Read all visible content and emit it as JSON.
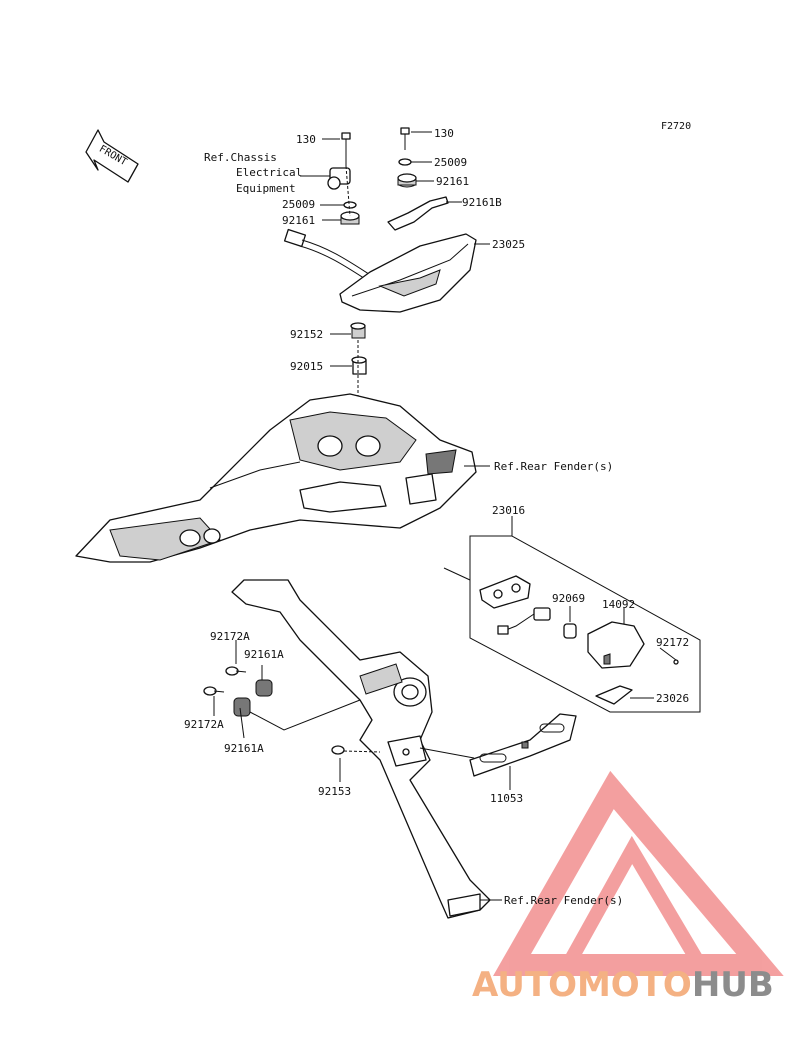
{
  "figure_code": "F2720",
  "front_label": "FRONT",
  "labels": {
    "p130_left": "130",
    "p130_right": "130",
    "ref_chassis_1": "Ref.Chassis",
    "ref_chassis_2": "Electrical",
    "ref_chassis_3": "Equipment",
    "p25009_right": "25009",
    "p92161_right": "92161",
    "p92161b": "92161B",
    "p25009_left": "25009",
    "p92161_left": "92161",
    "p23025": "23025",
    "p92152": "92152",
    "p92015": "92015",
    "ref_rear_fender_1": "Ref.Rear Fender(s)",
    "p23016": "23016",
    "p92069": "92069",
    "p14092": "14092",
    "p92172": "92172",
    "p23026": "23026",
    "p92172a_top": "92172A",
    "p92161a_top": "92161A",
    "p92172a_bottom": "92172A",
    "p92161a_bottom": "92161A",
    "p92153": "92153",
    "p11053": "11053",
    "ref_rear_fender_2": "Ref.Rear Fender(s)"
  },
  "watermark": {
    "word_a": "AUTOMOTO",
    "word_b": "HUB",
    "color_a": "#f4b183",
    "color_b": "#8c8c8c",
    "triangle_color": "#f08080"
  }
}
